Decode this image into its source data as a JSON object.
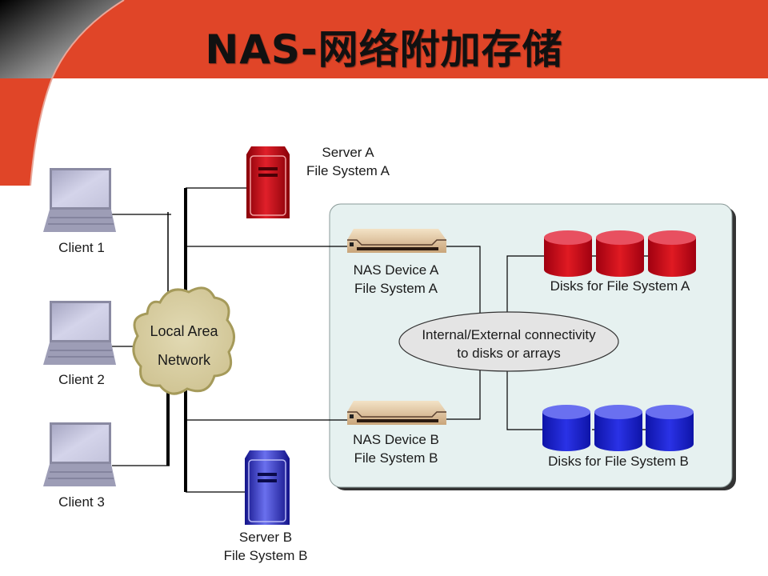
{
  "slide": {
    "title": "NAS-网络附加存储",
    "colors": {
      "banner": "#e04528",
      "nas_area": "#e6f1f0",
      "cloud": "#d4c99a",
      "server_a": "#c8101a",
      "server_b": "#2a2ec8",
      "disks_a": "#d0111b",
      "disks_b": "#1c22cc",
      "nas_device": "#d9bf98"
    }
  },
  "clients": [
    {
      "label": "Client 1"
    },
    {
      "label": "Client 2"
    },
    {
      "label": "Client 3"
    }
  ],
  "network": {
    "line1": "Local Area",
    "line2": "Network"
  },
  "server_a": {
    "line1": "Server A",
    "line2": "File System A"
  },
  "server_b": {
    "line1": "Server B",
    "line2": "File System B"
  },
  "nas_a": {
    "line1": "NAS Device A",
    "line2": "File System A"
  },
  "nas_b": {
    "line1": "NAS Device B",
    "line2": "File System B"
  },
  "connectivity": {
    "line1": "Internal/External connectivity",
    "line2": "to disks or arrays"
  },
  "disks_a": {
    "label": "Disks for File System A"
  },
  "disks_b": {
    "label": "Disks for File System B"
  }
}
